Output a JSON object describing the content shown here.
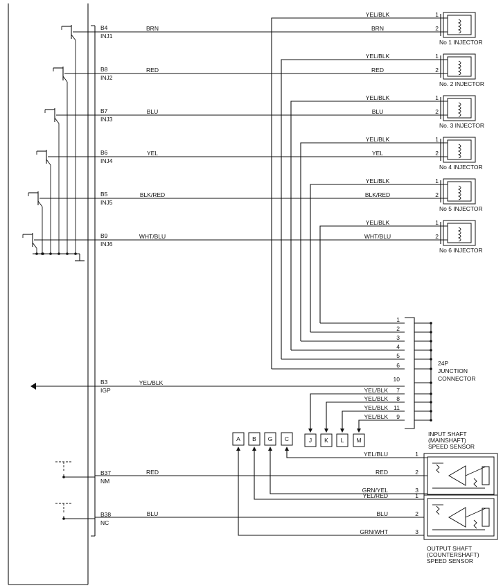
{
  "ecm": {
    "pins": [
      {
        "pin": "B4",
        "signal": "INJ1"
      },
      {
        "pin": "B8",
        "signal": "INJ2"
      },
      {
        "pin": "B7",
        "signal": "INJ3"
      },
      {
        "pin": "B6",
        "signal": "INJ4"
      },
      {
        "pin": "B5",
        "signal": "INJ5"
      },
      {
        "pin": "B9",
        "signal": "INJ6"
      },
      {
        "pin": "B3",
        "signal": "IGP"
      },
      {
        "pin": "B37",
        "signal": "NM"
      },
      {
        "pin": "B38",
        "signal": "NC"
      }
    ]
  },
  "injector_wires": [
    {
      "ecm_color": "BRN",
      "supply": "YEL/BLK",
      "signal": "BRN",
      "label": "No 1 INJECTOR"
    },
    {
      "ecm_color": "RED",
      "supply": "YEL/BLK",
      "signal": "RED",
      "label": "No. 2 INJECTOR"
    },
    {
      "ecm_color": "BLU",
      "supply": "YEL/BLK",
      "signal": "BLU",
      "label": "No. 3 INJECTOR"
    },
    {
      "ecm_color": "YEL",
      "supply": "YEL/BLK",
      "signal": "YEL",
      "label": "No 4 INJECTOR"
    },
    {
      "ecm_color": "BLK/RED",
      "supply": "YEL/BLK",
      "signal": "BLK/RED",
      "label": "No 5 INJECTOR"
    },
    {
      "ecm_color": "WHT/BLU",
      "supply": "YEL/BLK",
      "signal": "WHT/BLU",
      "label": "No 6 INJECTOR"
    }
  ],
  "injector_pins": [
    "1",
    "2"
  ],
  "igp_wire": "YEL/BLK",
  "junction": {
    "title_lines": [
      "24P",
      "JUNCTION",
      "CONNECTOR"
    ],
    "pins": [
      "1",
      "2",
      "3",
      "4",
      "5",
      "6",
      "10",
      "7",
      "8",
      "11",
      "9"
    ]
  },
  "junction_wires": [
    "YEL/BLK",
    "YEL/BLK",
    "YEL/BLK",
    "YEL/BLK"
  ],
  "terminals_left": [
    "A",
    "B",
    "G",
    "C"
  ],
  "terminals_right": [
    "J",
    "K",
    "L",
    "M"
  ],
  "input_sensor": {
    "title_lines": [
      "INPUT SHAFT",
      "(MAINSHAFT)",
      "SPEED SENSOR"
    ],
    "wires": [
      "YEL/BLU",
      "RED",
      "GRN/YEL"
    ],
    "ecm_wire": "RED",
    "pins": [
      "1",
      "2",
      "3"
    ]
  },
  "output_sensor": {
    "title_lines": [
      "OUTPUT SHAFT",
      "(COUNTERSHAFT)",
      "SPEED SENSOR"
    ],
    "wires": [
      "YEL/RED",
      "BLU",
      "GRN/WHT"
    ],
    "ecm_wire": "BLU",
    "pins": [
      "1",
      "2",
      "3"
    ]
  }
}
